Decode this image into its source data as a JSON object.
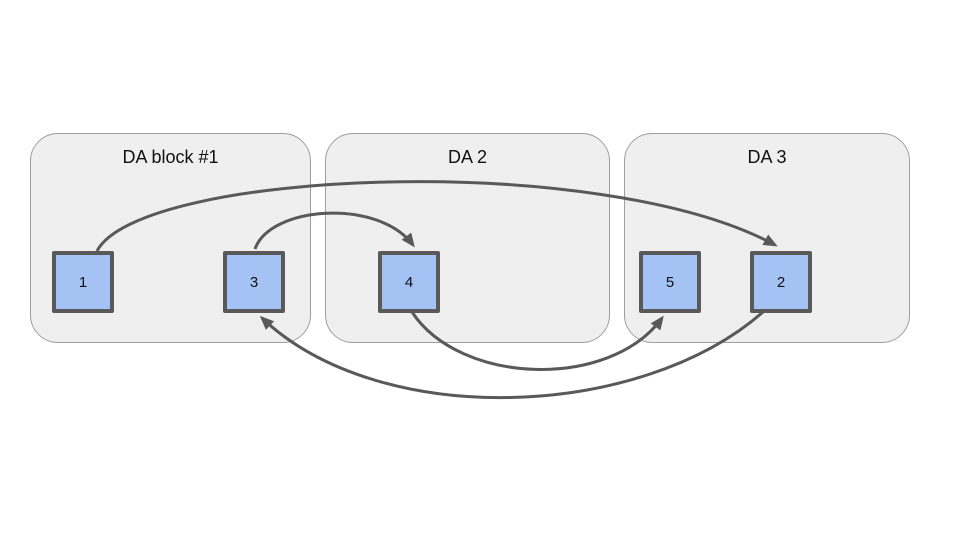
{
  "diagram": {
    "background_color": "#ffffff",
    "arrow_color": "#595959",
    "node_fill_color": "#a4c2f4",
    "node_border_color": "#595959",
    "block_fill_color": "#efefef",
    "block_border_color": "#9e9e9e",
    "blocks": [
      {
        "title": "DA block #1",
        "nodes": [
          "1",
          "3"
        ]
      },
      {
        "title": "DA 2",
        "nodes": [
          "4"
        ]
      },
      {
        "title": "DA 3",
        "nodes": [
          "5",
          "2"
        ]
      }
    ],
    "nodes": {
      "n1": "1",
      "n3": "3",
      "n4": "4",
      "n5": "5",
      "n2": "2"
    },
    "edges": [
      {
        "from": "1",
        "to": "2"
      },
      {
        "from": "3",
        "to": "4"
      },
      {
        "from": "4",
        "to": "5"
      },
      {
        "from": "2",
        "to": "3"
      }
    ]
  }
}
